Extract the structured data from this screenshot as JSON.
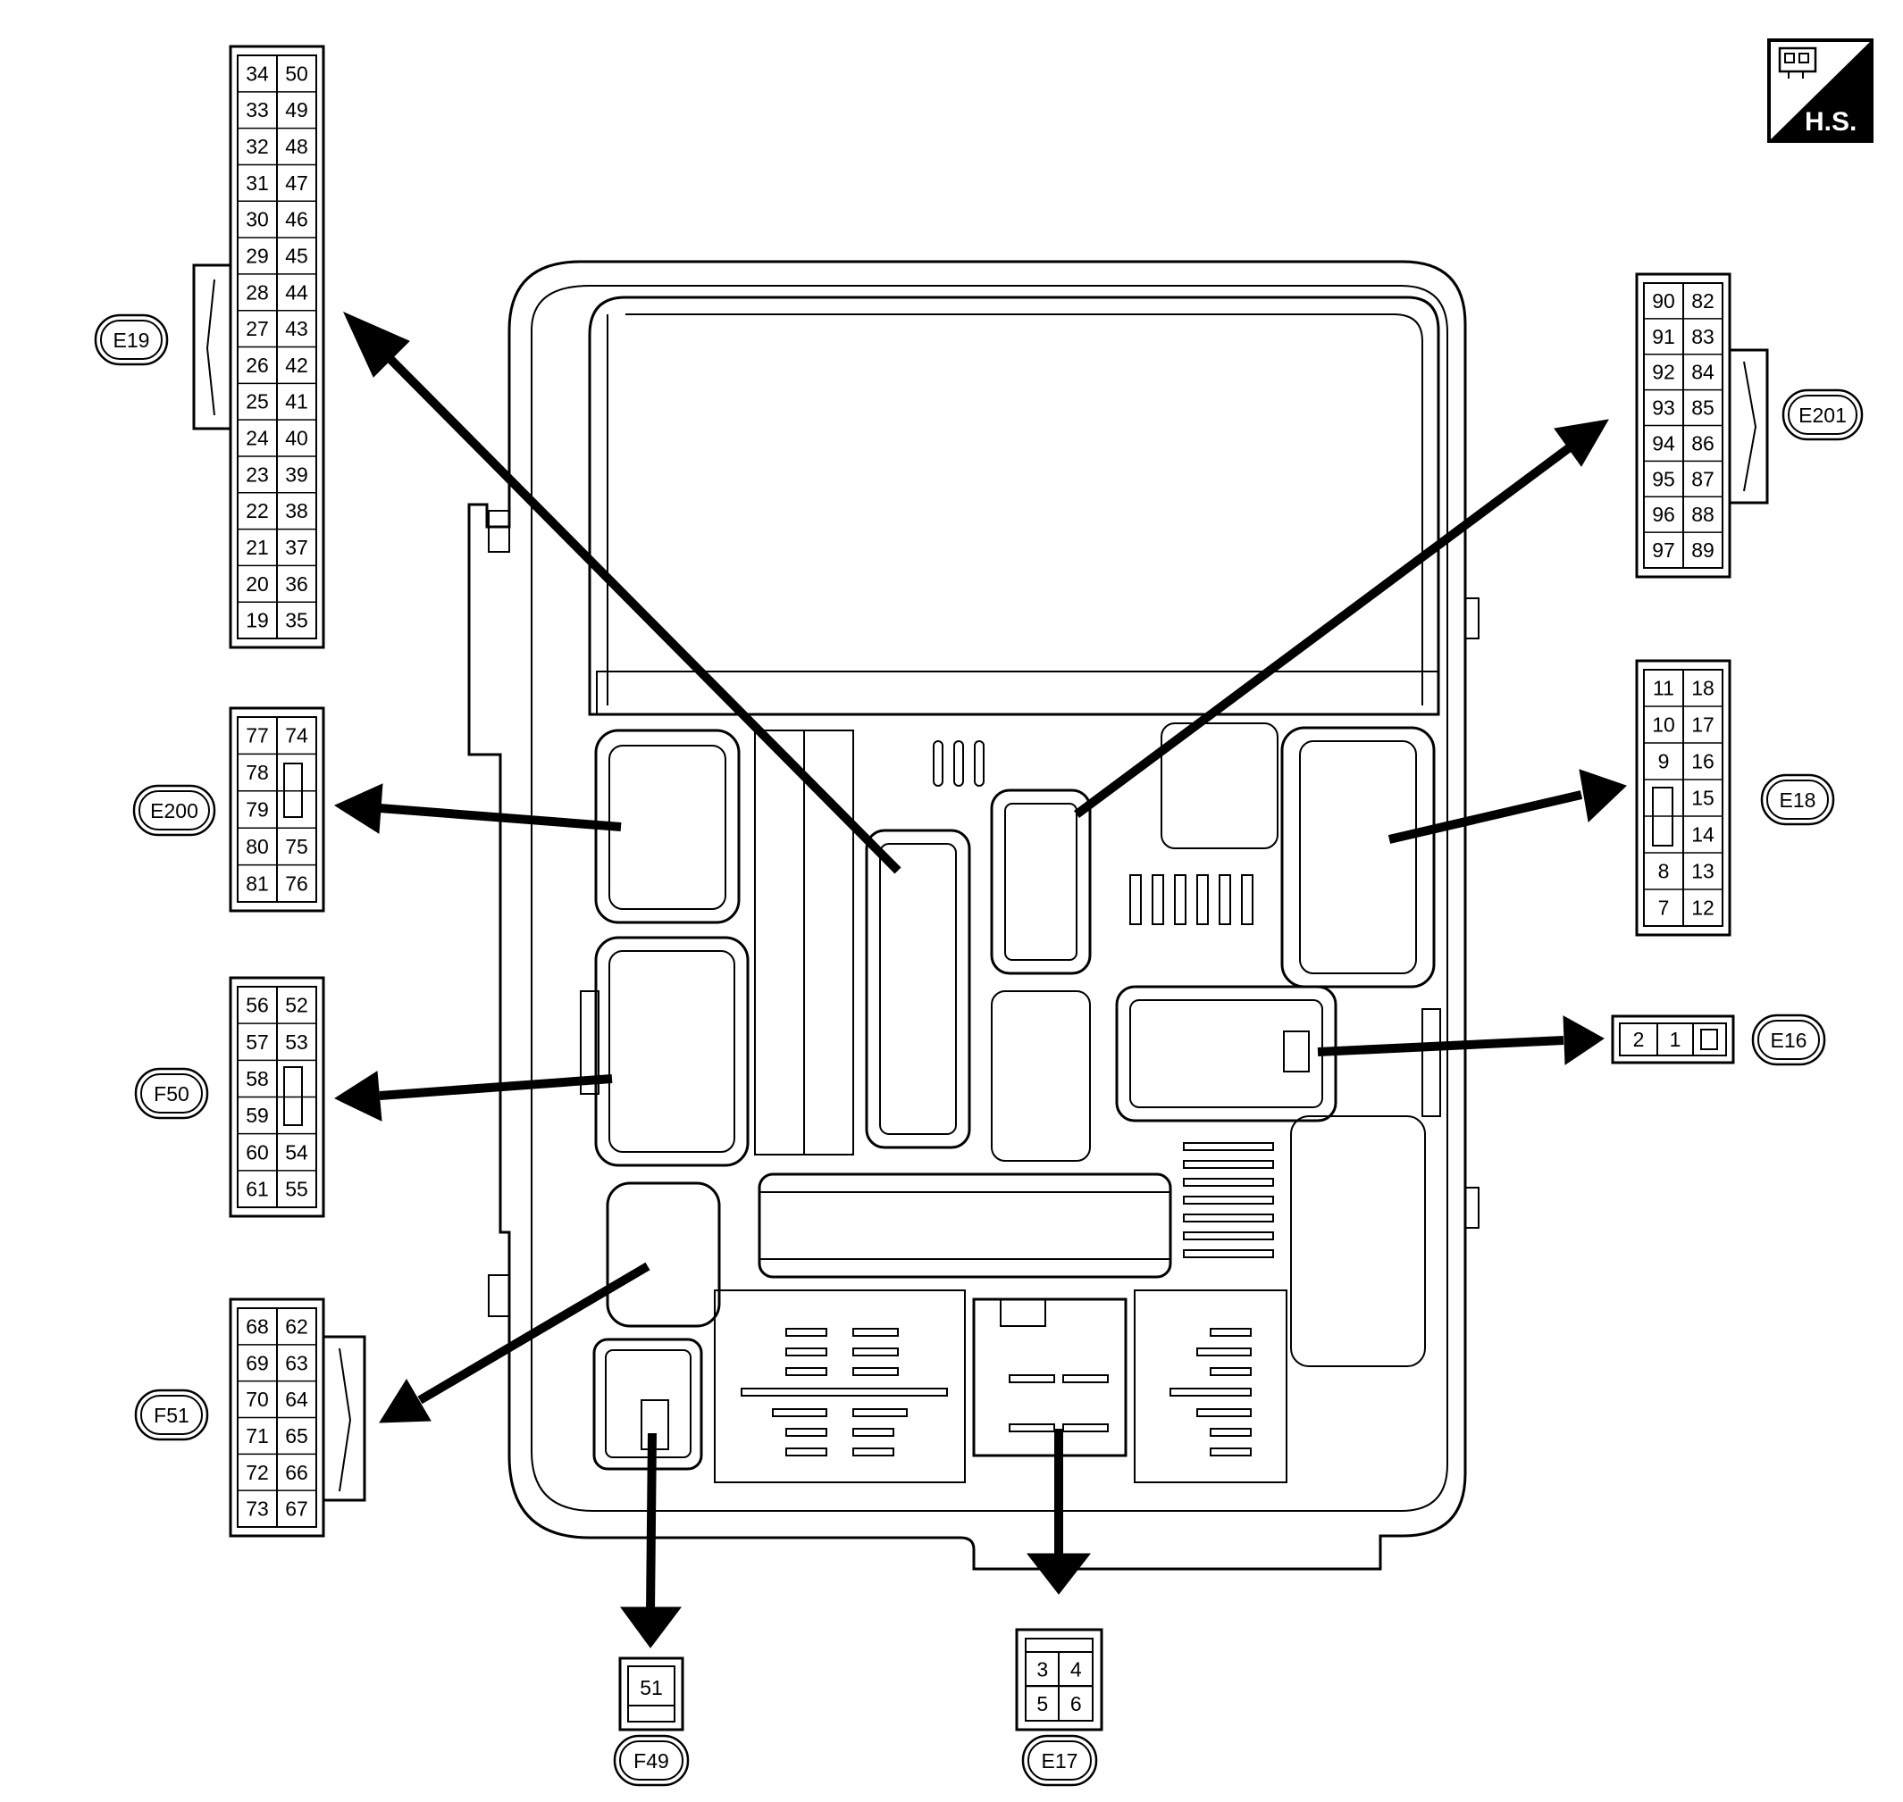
{
  "hs_badge": {
    "text": "H.S.",
    "icon": "harness-connector-icon"
  },
  "connectors": {
    "E19": {
      "label": "E19",
      "rows": [
        [
          "34",
          "50"
        ],
        [
          "33",
          "49"
        ],
        [
          "32",
          "48"
        ],
        [
          "31",
          "47"
        ],
        [
          "30",
          "46"
        ],
        [
          "29",
          "45"
        ],
        [
          "28",
          "44"
        ],
        [
          "27",
          "43"
        ],
        [
          "26",
          "42"
        ],
        [
          "25",
          "41"
        ],
        [
          "24",
          "40"
        ],
        [
          "23",
          "39"
        ],
        [
          "22",
          "38"
        ],
        [
          "21",
          "37"
        ],
        [
          "20",
          "36"
        ],
        [
          "19",
          "35"
        ]
      ]
    },
    "E200": {
      "label": "E200",
      "rows": [
        [
          "77",
          "74"
        ],
        [
          "78",
          ""
        ],
        [
          "79",
          ""
        ],
        [
          "80",
          "75"
        ],
        [
          "81",
          "76"
        ]
      ]
    },
    "F50": {
      "label": "F50",
      "rows": [
        [
          "56",
          "52"
        ],
        [
          "57",
          "53"
        ],
        [
          "58",
          ""
        ],
        [
          "59",
          ""
        ],
        [
          "60",
          "54"
        ],
        [
          "61",
          "55"
        ]
      ]
    },
    "F51": {
      "label": "F51",
      "rows": [
        [
          "68",
          "62"
        ],
        [
          "69",
          "63"
        ],
        [
          "70",
          "64"
        ],
        [
          "71",
          "65"
        ],
        [
          "72",
          "66"
        ],
        [
          "73",
          "67"
        ]
      ]
    },
    "E201": {
      "label": "E201",
      "rows": [
        [
          "90",
          "82"
        ],
        [
          "91",
          "83"
        ],
        [
          "92",
          "84"
        ],
        [
          "93",
          "85"
        ],
        [
          "94",
          "86"
        ],
        [
          "95",
          "87"
        ],
        [
          "96",
          "88"
        ],
        [
          "97",
          "89"
        ]
      ]
    },
    "E18": {
      "label": "E18",
      "rows": [
        [
          "11",
          "18"
        ],
        [
          "10",
          "17"
        ],
        [
          "9",
          "16"
        ],
        [
          "",
          "15"
        ],
        [
          "",
          "14"
        ],
        [
          "8",
          "13"
        ],
        [
          "7",
          "12"
        ]
      ]
    },
    "E16": {
      "label": "E16",
      "pins": [
        "2",
        "1"
      ]
    },
    "F49": {
      "label": "F49",
      "pins": [
        "51"
      ]
    },
    "E17": {
      "label": "E17",
      "rows": [
        [
          "3",
          "4"
        ],
        [
          "5",
          "6"
        ]
      ]
    }
  }
}
